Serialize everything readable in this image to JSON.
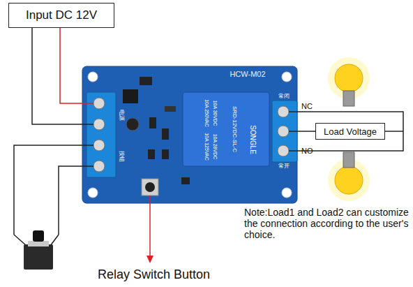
{
  "diagram": {
    "nodes": [
      {
        "text": [
          "Input DC 12V"
        ]
      },
      {
        "text": [
          "Load Voltage"
        ]
      }
    ],
    "labels": [
      "NC",
      "NO",
      "Note:Load1 and Load2 can customize the connection according to the user's choice.",
      "Relay Switch Button",
      "HCW-M02",
      "常闭",
      "常开",
      "电源",
      "按钮",
      "SRD-12VDC-SL-C",
      "SONGLE",
      "10A 250VAC",
      "10A 125VAC",
      "10A 30VDC",
      "10A 28VDC"
    ]
  }
}
